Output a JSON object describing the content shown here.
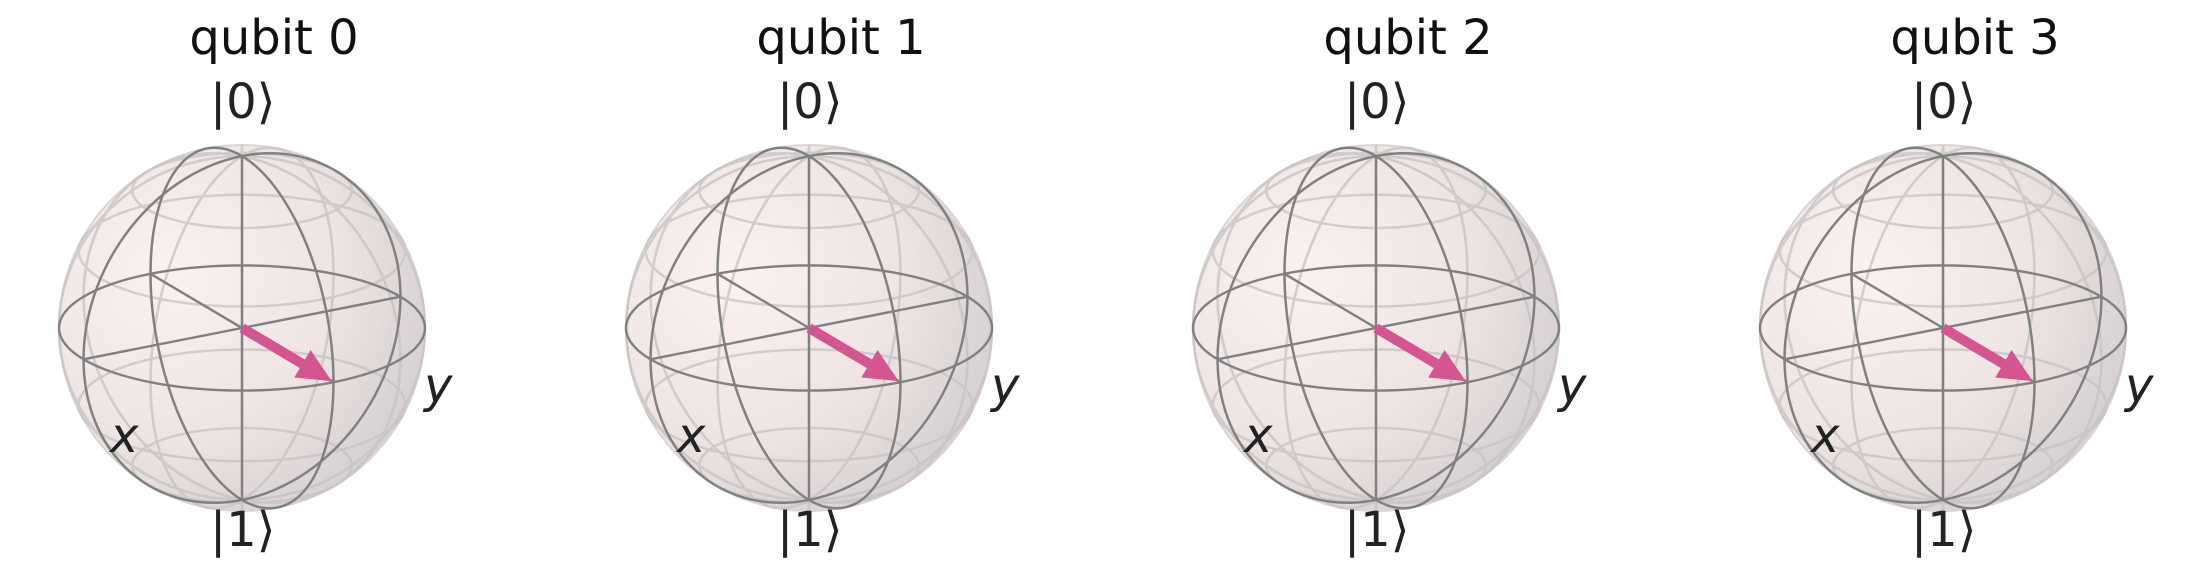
{
  "figure": {
    "qubits": [
      {
        "title": "qubit 0",
        "state": {
          "theta_deg": 90,
          "phi_deg": 0
        }
      },
      {
        "title": "qubit 1",
        "state": {
          "theta_deg": 90,
          "phi_deg": 0
        }
      },
      {
        "title": "qubit 2",
        "state": {
          "theta_deg": 90,
          "phi_deg": 0
        }
      },
      {
        "title": "qubit 3",
        "state": {
          "theta_deg": 90,
          "phi_deg": 0
        }
      }
    ],
    "axis_labels": {
      "top": "|0⟩",
      "bottom": "|1⟩",
      "x": "x",
      "y": "y"
    },
    "colors": {
      "sphere_fill": "#efe4e4",
      "wire": "#808080",
      "vector": "#d4558f",
      "label": "#222222"
    }
  }
}
